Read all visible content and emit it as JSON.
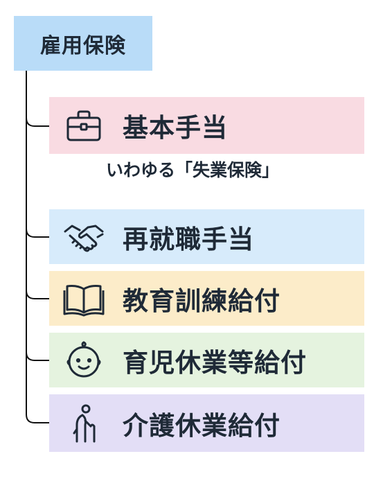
{
  "root": {
    "label": "雇用保険"
  },
  "items": [
    {
      "label": "基本手当",
      "icon": "briefcase-icon",
      "color": "#f9dbe2",
      "note": "いわゆる「失業保険」"
    },
    {
      "label": "再就職手当",
      "icon": "handshake-icon",
      "color": "#d7ebfb"
    },
    {
      "label": "教育訓練給付",
      "icon": "open-book-icon",
      "color": "#fcecc9"
    },
    {
      "label": "育児休業等給付",
      "icon": "baby-face-icon",
      "color": "#e5f3df"
    },
    {
      "label": "介護休業給付",
      "icon": "elderly-person-with-cane-icon",
      "color": "#e3def6"
    }
  ]
}
